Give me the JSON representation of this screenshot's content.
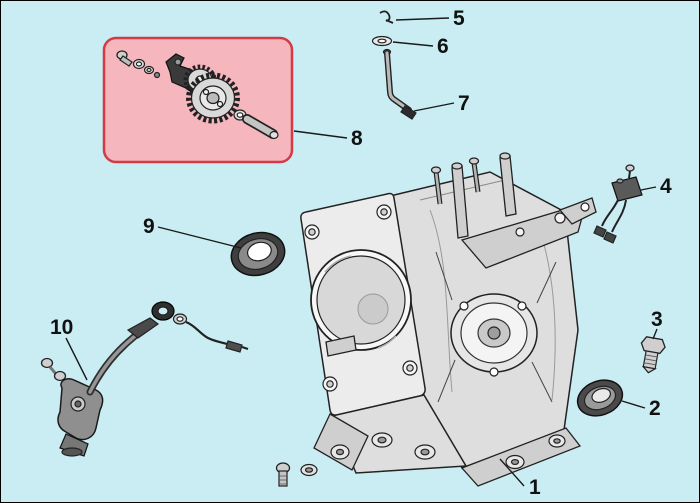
{
  "colors": {
    "background": "#c9edf3",
    "highlight_fill": "#f5b6be",
    "highlight_stroke": "#d23b45",
    "line": "#1a1a1a"
  },
  "callouts": {
    "1": {
      "label": "1"
    },
    "2": {
      "label": "2"
    },
    "3": {
      "label": "3"
    },
    "4": {
      "label": "4"
    },
    "5": {
      "label": "5"
    },
    "6": {
      "label": "6"
    },
    "7": {
      "label": "7"
    },
    "8": {
      "label": "8"
    },
    "9": {
      "label": "9"
    },
    "10": {
      "label": "10"
    }
  }
}
